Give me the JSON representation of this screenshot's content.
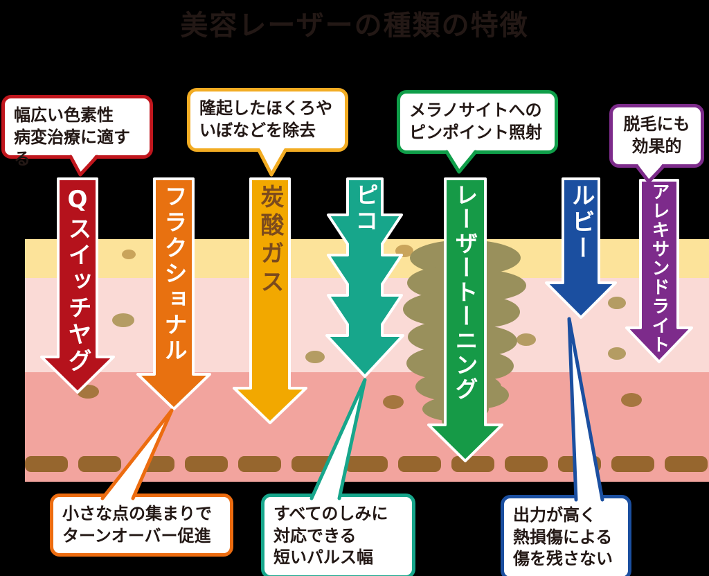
{
  "title": "美容レーザーの種類の特徴",
  "colors": {
    "background": "#000000",
    "title_text": "#231815",
    "arrow_outline": "#ffffff",
    "callout_bg": "#ffffff",
    "callout_text": "#231815"
  },
  "skin": {
    "epidermis_color": "#fce39a",
    "dermis_light_color": "#fadad6",
    "dermis_deep_color": "#f2a49e",
    "basement_dash_color": "#96662e",
    "pigment_blob_color": "#99905c",
    "spot_olive_color": "#b49c63",
    "spot_brown_color": "#a5763f",
    "spot_gold_color": "#c9a45b"
  },
  "lasers": [
    {
      "name": "Qスイッチヤグ",
      "color": "#b5121c",
      "label_color": "#ffffff"
    },
    {
      "name": "フラクショナル",
      "color": "#e87110",
      "label_color": "#ffffff"
    },
    {
      "name": "炭酸ガス",
      "color": "#f2a800",
      "label_color": "#7b4a1d"
    },
    {
      "name": "ピコ",
      "color": "#17a68b",
      "label_color": "#ffffff"
    },
    {
      "name": "レーザートーニング",
      "color": "#169a47",
      "label_color": "#ffffff"
    },
    {
      "name": "ルビー",
      "color": "#1b4fa0",
      "label_color": "#ffffff"
    },
    {
      "name": "アレキサンドライト",
      "color": "#7d2b8b",
      "label_color": "#ffffff"
    }
  ],
  "callouts": [
    {
      "id": "q-switch-note",
      "lines": [
        "幅広い色素性",
        "病変治療に適する"
      ],
      "border": "#c0161d"
    },
    {
      "id": "co2-note",
      "lines": [
        "隆起したほくろや",
        "いぼなどを除去"
      ],
      "border": "#f2ac23"
    },
    {
      "id": "toning-note",
      "lines": [
        "メラノサイトへの",
        "ピンポイント照射"
      ],
      "border": "#0f9e49"
    },
    {
      "id": "alexandrite-note",
      "lines": [
        "脱毛にも",
        "効果的"
      ],
      "border": "#7d2b8b"
    },
    {
      "id": "fractional-note",
      "lines": [
        "小さな点の集まりで",
        "ターンオーバー促進"
      ],
      "border": "#ec6c10"
    },
    {
      "id": "pico-note",
      "lines": [
        "すべてのしみに",
        "対応できる",
        "短いパルス幅"
      ],
      "border": "#17a68b"
    },
    {
      "id": "ruby-note",
      "lines": [
        "出力が高く",
        "熱損傷による",
        "傷を残さない"
      ],
      "border": "#1b4fa0"
    }
  ]
}
